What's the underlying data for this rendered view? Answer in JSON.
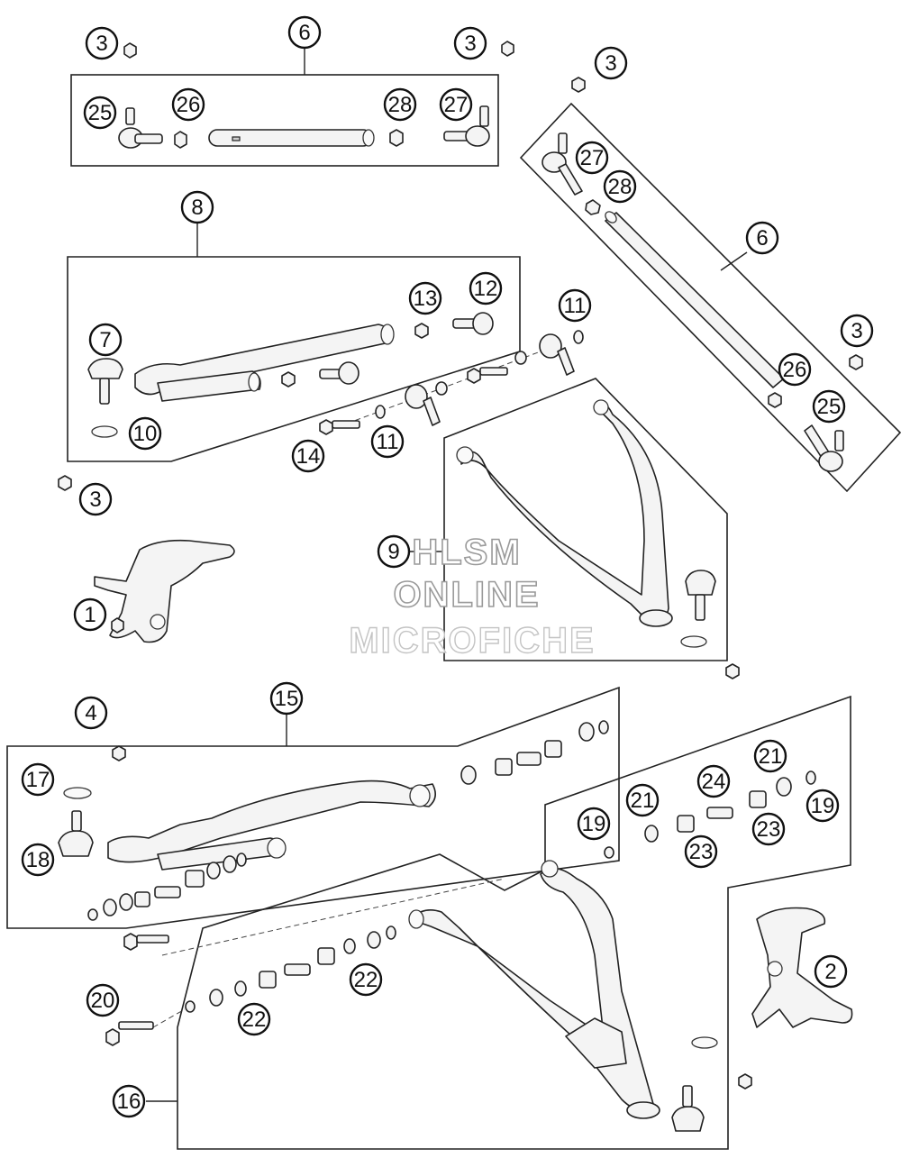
{
  "diagram": {
    "watermark": {
      "line1": "HLSM",
      "line2": "ONLINE",
      "line3": "MICROFICHE"
    },
    "callouts": {
      "c1": "1",
      "c2": "2",
      "c3a": "3",
      "c3b": "3",
      "c3c": "3",
      "c3d": "3",
      "c3e": "3",
      "c4": "4",
      "c6a": "6",
      "c6b": "6",
      "c7": "7",
      "c8": "8",
      "c9": "9",
      "c10": "10",
      "c11a": "11",
      "c11b": "11",
      "c12": "12",
      "c13": "13",
      "c14": "14",
      "c15": "15",
      "c16": "16",
      "c17": "17",
      "c18": "18",
      "c19a": "19",
      "c19b": "19",
      "c20": "20",
      "c21a": "21",
      "c21b": "21",
      "c22a": "22",
      "c22b": "22",
      "c23a": "23",
      "c23b": "23",
      "c24": "24",
      "c25a": "25",
      "c25b": "25",
      "c26a": "26",
      "c26b": "26",
      "c27a": "27",
      "c27b": "27",
      "c28a": "28",
      "c28b": "28"
    }
  }
}
